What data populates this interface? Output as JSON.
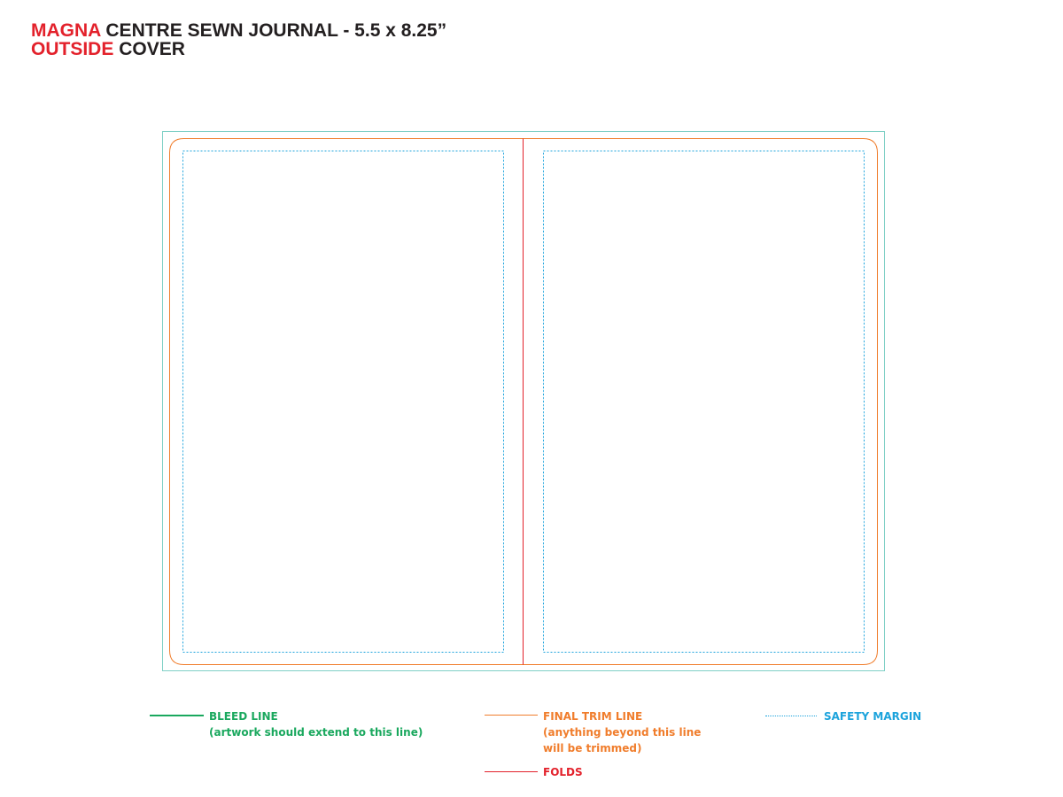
{
  "title": {
    "line1_accent": "MAGNA",
    "line1_rest": "CENTRE SEWN JOURNAL - 5.5 x 8.25”",
    "line2_accent": "OUTSIDE",
    "line2_rest": "COVER"
  },
  "colors": {
    "bleed": "#1aa85e",
    "trim": "#f07d2c",
    "fold": "#e3212b",
    "safety": "#1ca3dc",
    "bleed_frame": "#7fd0c6",
    "text_dark": "#231f20"
  },
  "legend": {
    "bleed_title": "BLEED LINE",
    "bleed_note": "(artwork should extend to this line)",
    "trim_title": "FINAL TRIM LINE",
    "trim_note_1": "(anything beyond this line",
    "trim_note_2": "will be trimmed)",
    "folds_title": "FOLDS",
    "safety_title": "SAFETY MARGIN"
  }
}
